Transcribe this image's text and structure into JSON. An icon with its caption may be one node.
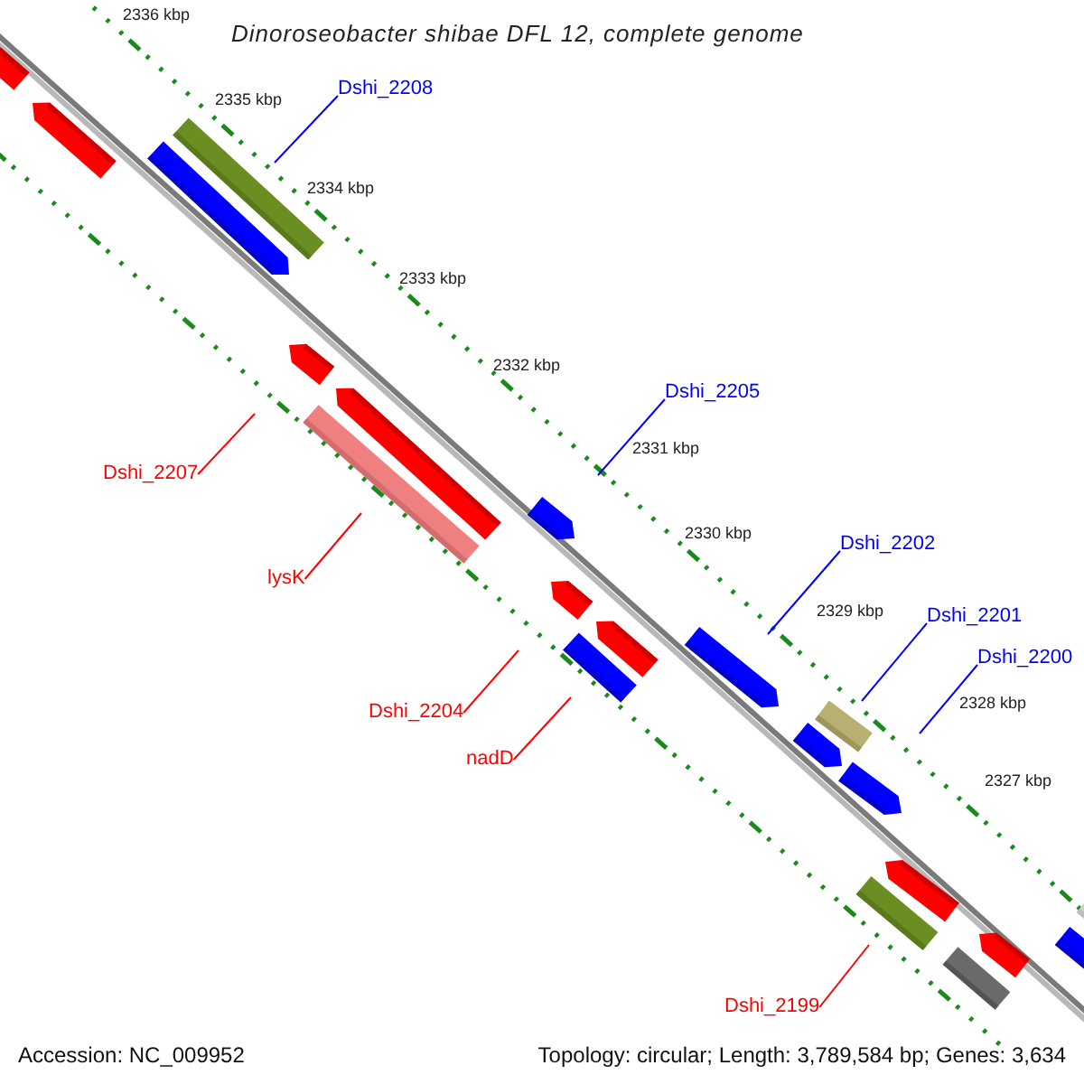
{
  "diagram": {
    "title": "Dinoroseobacter shibae DFL 12, complete genome",
    "nodes": [
      {
        "text": [
          "Dshi_2208"
        ]
      },
      {
        "text": [
          "Dshi_2205"
        ]
      },
      {
        "text": [
          "Dshi_2202"
        ]
      },
      {
        "text": [
          "Dshi_2201"
        ]
      },
      {
        "text": [
          "Dshi_2200"
        ]
      },
      {
        "text": [
          "Dshi_2207"
        ]
      },
      {
        "text": [
          "lysK"
        ]
      },
      {
        "text": [
          "Dshi_2204"
        ]
      },
      {
        "text": [
          "nadD"
        ]
      },
      {
        "text": [
          "Dshi_2199"
        ]
      }
    ],
    "edges": [
      {
        "from": 0,
        "to": null,
        "arrow": "none",
        "color": "#0000ff"
      },
      {
        "from": 1,
        "to": null,
        "arrow": "none",
        "color": "#0000ff"
      },
      {
        "from": 2,
        "to": null,
        "arrow": "none",
        "color": "#0000ff"
      },
      {
        "from": 3,
        "to": null,
        "arrow": "none",
        "color": "#0000ff"
      },
      {
        "from": 4,
        "to": null,
        "arrow": "none",
        "color": "#0000ff"
      },
      {
        "from": 5,
        "to": null,
        "arrow": "none",
        "color": "#ff0000"
      },
      {
        "from": 6,
        "to": null,
        "arrow": "none",
        "color": "#ff0000"
      },
      {
        "from": 7,
        "to": null,
        "arrow": "none",
        "color": "#ff0000"
      },
      {
        "from": 8,
        "to": null,
        "arrow": "none",
        "color": "#ff0000"
      },
      {
        "from": 9,
        "to": null,
        "arrow": "none",
        "color": "#ff0000"
      }
    ],
    "labels": [
      "2336 kbp",
      "2335 kbp",
      "2334 kbp",
      "2333 kbp",
      "2332 kbp",
      "2331 kbp",
      "2330 kbp",
      "2329 kbp",
      "2328 kbp",
      "2327 kbp",
      "Accession: NC_009952",
      "Topology: circular; Length: 3,789,584 bp; Genes: 3,634"
    ]
  }
}
